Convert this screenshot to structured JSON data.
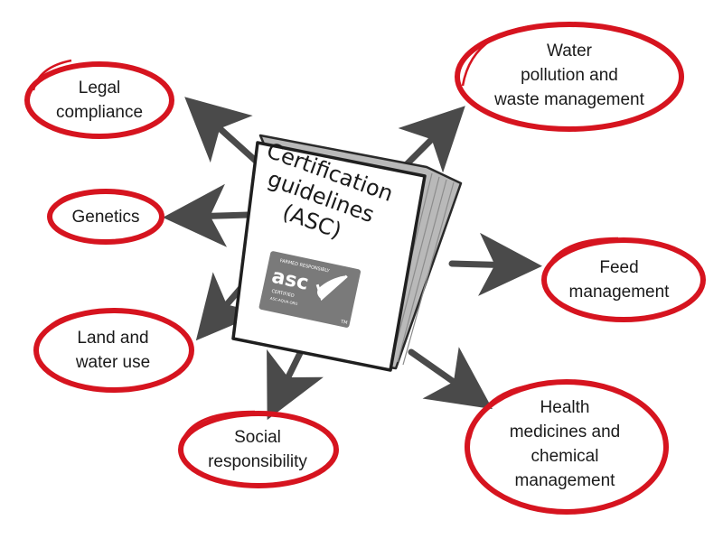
{
  "book": {
    "title_lines": [
      "Certification",
      "guidelines",
      "(ASC)"
    ],
    "logo": {
      "text": "asc",
      "small_top": "FARMED RESPONSIBLY",
      "small_bottom": "ASC-AQUA.ORG",
      "badge": "CERTIFIED",
      "tm": "TM"
    }
  },
  "topics": {
    "legal": {
      "lines": [
        "Legal",
        "compliance"
      ]
    },
    "water": {
      "lines": [
        "Water",
        "pollution and",
        "waste management"
      ]
    },
    "genetics": {
      "lines": [
        "Genetics"
      ]
    },
    "feed": {
      "lines": [
        "Feed",
        "management"
      ]
    },
    "land": {
      "lines": [
        "Land and",
        "water use"
      ]
    },
    "social": {
      "lines": [
        "Social",
        "responsibility"
      ]
    },
    "health": {
      "lines": [
        "Health",
        "medicines and",
        "chemical",
        "management"
      ]
    }
  },
  "colors": {
    "ellipse_stroke": "#d6141f",
    "arrow": "#4a4a4a",
    "book_cover": "#ffffff",
    "book_pages": "#b9b9b9",
    "logo_bg": "#7a7a7a"
  }
}
